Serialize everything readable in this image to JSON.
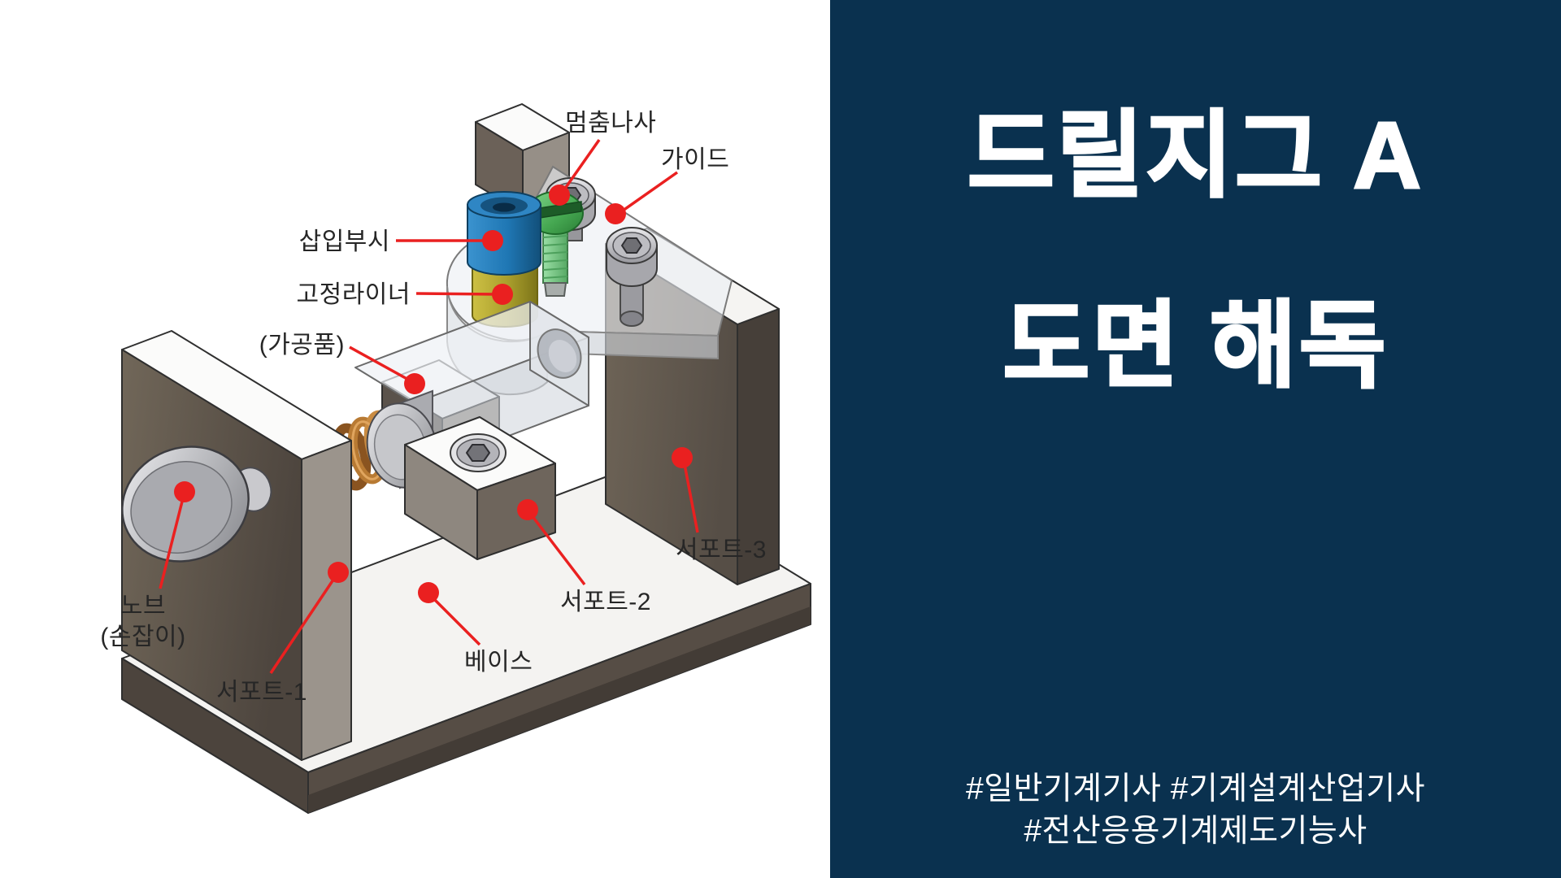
{
  "diagram": {
    "labels": {
      "stop_screw": "멈춤나사",
      "guide": "가이드",
      "insert_bush": "삽입부시",
      "fixed_liner": "고정라이너",
      "workpiece": "(가공품)",
      "knob_line1": "노브",
      "knob_line2": "(손잡이)",
      "support1": "서포트-1",
      "support2": "서포트-2",
      "support3": "서포트-3",
      "base": "베이스"
    },
    "colors": {
      "leader_line": "#ea2020",
      "label_text": "#262626",
      "bush_blue": "#1f77b4",
      "liner_yellow": "#b0a52e",
      "screw_green": "#47a852",
      "spring_copper": "#b87a33",
      "body_taupe": "#5d544c"
    }
  },
  "panel": {
    "title_line1": "드릴지그 A",
    "title_line2": "도면 해독",
    "hashtags_line1": "#일반기계기사 #기계설계산업기사",
    "hashtags_line2": "#전산응용기계제도기능사",
    "background": "#0a314f",
    "text_color": "#ffffff"
  }
}
